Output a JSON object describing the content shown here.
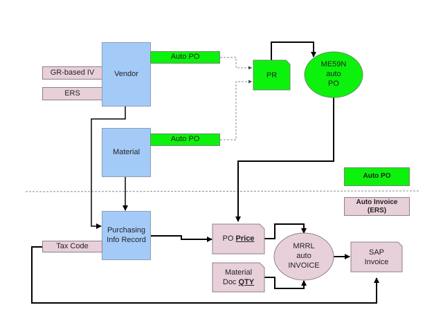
{
  "diagram": {
    "nodes": {
      "vendor": "Vendor",
      "material": "Material",
      "pir_line1": "Purchasing",
      "pir_line2": "Info Record",
      "gr_based_iv": "GR-based IV",
      "ers": "ERS",
      "tax_code": "Tax Code",
      "auto_po_vendor": "Auto PO",
      "auto_po_material": "Auto PO",
      "pr": "PR",
      "me59n_line1": "ME59N",
      "me59n_line2": "auto",
      "me59n_line3": "PO",
      "po_price_prefix": "PO",
      "po_price_emph": "Price",
      "matdoc_line1": "Material",
      "matdoc_prefix": "Doc",
      "matdoc_emph": "QTY",
      "mrrl_line1": "MRRL",
      "mrrl_line2": "auto",
      "mrrl_line3": "INVOICE",
      "sap_invoice_line1": "SAP",
      "sap_invoice_line2": "Invoice"
    },
    "legend": {
      "auto_po": "Auto PO",
      "auto_invoice_line1": "Auto Invoice",
      "auto_invoice_line2": "(ERS)"
    },
    "colors": {
      "blue": "#a4cbf8",
      "green": "#0cf20c",
      "pink": "#e8d0da"
    }
  }
}
